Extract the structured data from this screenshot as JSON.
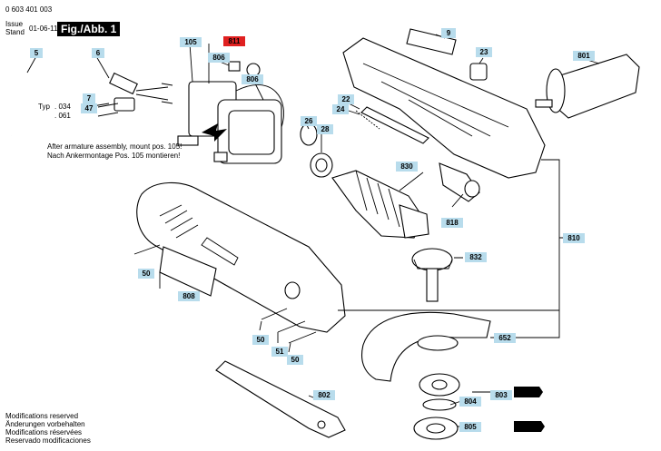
{
  "header": {
    "part_number": "0 603 401 003",
    "issue_label": "Issue",
    "stand_label": "Stand",
    "date": "01-06-11",
    "figure_label": "Fig./Abb. 1"
  },
  "typ": {
    "label": "Typ",
    "variant1": ". 034",
    "variant2": ". 061"
  },
  "note": {
    "en": "After armature assembly, mount pos. 105!",
    "de": "Nach Ankermontage Pos. 105 montieren!"
  },
  "footer": {
    "en": "Modifications reserved",
    "de": "Änderungen vorbehalten",
    "fr": "Modifications réservées",
    "es": "Reservado modificaciones"
  },
  "parts": {
    "p5": "5",
    "p6": "6",
    "p7": "7",
    "p47": "47",
    "p105": "105",
    "p811": "811",
    "p806a": "806",
    "p806b": "806",
    "p9": "9",
    "p23": "23",
    "p801": "801",
    "p22": "22",
    "p24": "24",
    "p26": "26",
    "p28": "28",
    "p830": "830",
    "p818": "818",
    "p810": "810",
    "p832": "832",
    "p50a": "50",
    "p808": "808",
    "p50b": "50",
    "p51": "51",
    "p50c": "50",
    "p652": "652",
    "p802": "802",
    "p803": "803",
    "p804": "804",
    "p805": "805"
  },
  "colors": {
    "label_bg": "#b8dcec",
    "highlight": "#e02020"
  }
}
